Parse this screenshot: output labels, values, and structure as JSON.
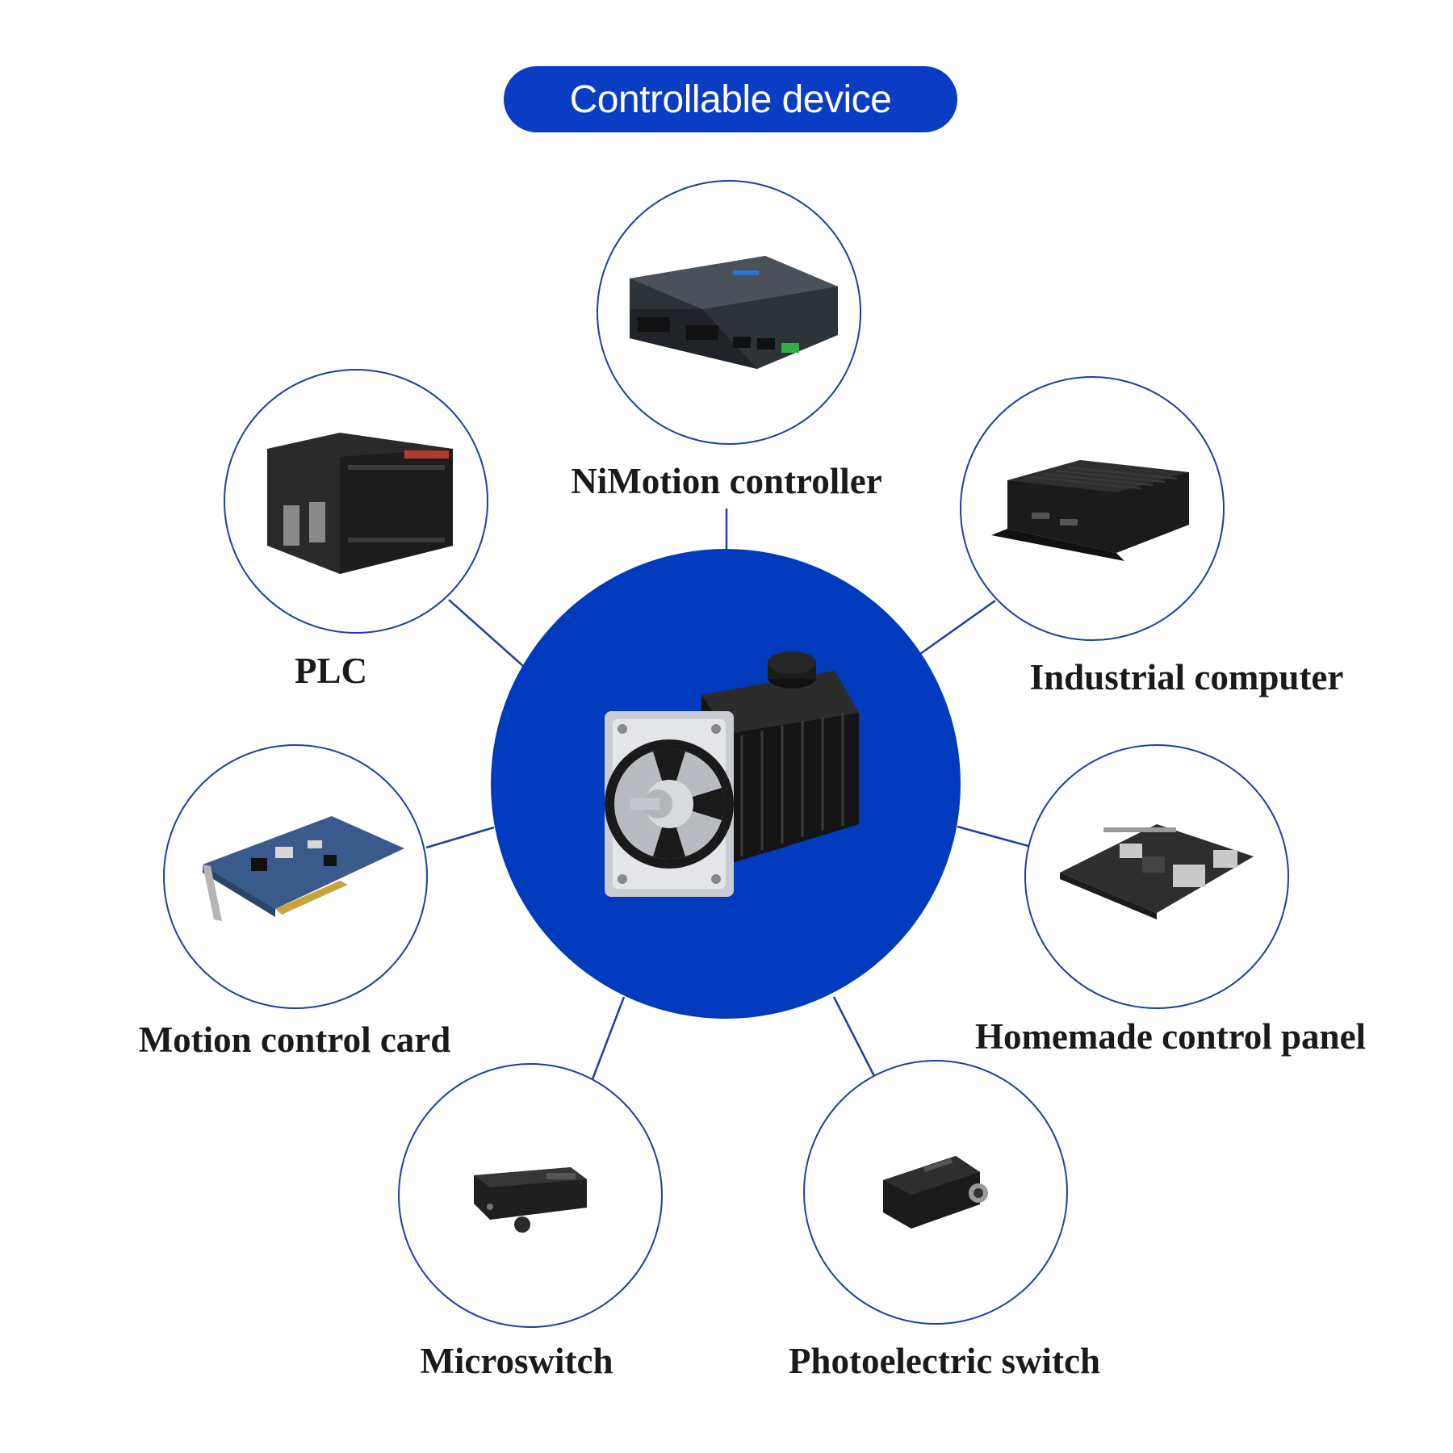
{
  "header": {
    "title": "Controllable device"
  },
  "center": {
    "device": "servo-motor"
  },
  "nodes": [
    {
      "label": "NiMotion controller",
      "icon": "controller-box-icon"
    },
    {
      "label": "PLC",
      "icon": "plc-module-icon"
    },
    {
      "label": "Industrial computer",
      "icon": "industrial-pc-icon"
    },
    {
      "label": "Motion control card",
      "icon": "pci-card-icon"
    },
    {
      "label": "Homemade control panel",
      "icon": "single-board-computer-icon"
    },
    {
      "label": "Microswitch",
      "icon": "microswitch-icon"
    },
    {
      "label": "Photoelectric switch",
      "icon": "photoelectric-sensor-icon"
    }
  ],
  "colors": {
    "brand_blue": "#0a3cc4",
    "center_blue": "#003bbd",
    "line_blue": "#1d3fa6"
  }
}
